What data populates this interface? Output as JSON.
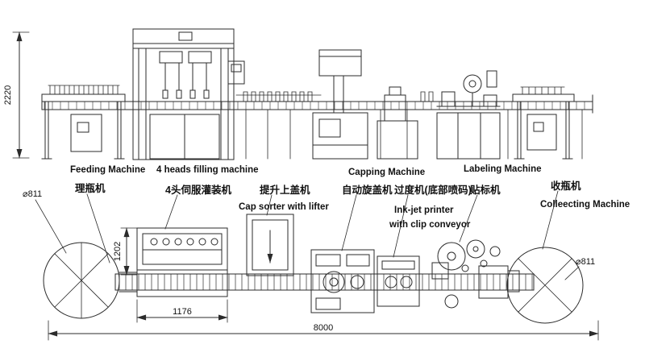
{
  "labels": {
    "feeding_en": "Feeding Machine",
    "filling_en": "4 heads filling machine",
    "capping_en": "Capping Machine",
    "labeling_en": "Labeling Machine",
    "collecting_en": "Colleecting Machine",
    "cap_sorter_en": "Cap sorter with lifter",
    "inkjet_en_line1": "Ink-jet printer",
    "inkjet_en_line2": "with clip conveyor",
    "feeding_cn": "理瓶机",
    "filling_cn": "4头伺服灌装机",
    "cap_sorter_cn": "提升上盖机",
    "capping_cn": "自动旋盖机",
    "transfer_cn": "过度机(底部喷码)",
    "labeling_cn": "贴标机",
    "collecting_cn": "收瓶机"
  },
  "dims": {
    "elevation_height": "2220",
    "feed_table_diameter": "⌀811",
    "collect_table_diameter": "⌀811",
    "filling_depth": "1202",
    "filling_width": "1176",
    "line_length": "8000"
  },
  "colors": {
    "line": "#2b2b2b",
    "text": "#111111",
    "background": "#ffffff"
  }
}
